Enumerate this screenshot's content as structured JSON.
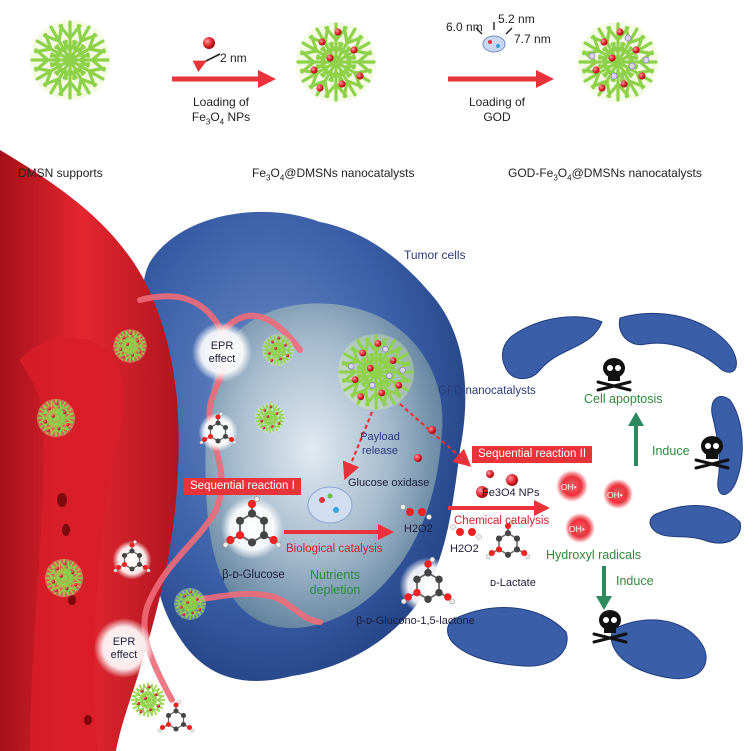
{
  "top_row": {
    "step1_label": "DMSN supports",
    "step2_label_prefix": "Fe",
    "step2_label_sub1": "3",
    "step2_label_mid": "O",
    "step2_label_sub2": "4",
    "step2_label_suffix": "@DMSNs nanocatalysts",
    "step3_label_prefix": "GOD-Fe",
    "step3_label_sub1": "3",
    "step3_label_mid": "O",
    "step3_label_sub2": "4",
    "step3_label_suffix": "@DMSNs nanocatalysts",
    "arrow1": {
      "size": "2 nm",
      "line1": "Loading of",
      "line2_prefix": "Fe",
      "line2_sub1": "3",
      "line2_mid": "O",
      "line2_sub2": "4",
      "line2_suffix": " NPs"
    },
    "arrow2": {
      "dim_a": "6.0 nm",
      "dim_b": "5.2 nm",
      "dim_c": "7.7 nm",
      "line1": "Loading of",
      "line2": "GOD"
    }
  },
  "bottom": {
    "tumor_cells": "Tumor cells",
    "epr_top": [
      "EPR",
      "effect"
    ],
    "epr_bottom": [
      "EPR",
      "effect"
    ],
    "gfd": "GFD nanocatalysts",
    "payload": [
      "Payload",
      "release"
    ],
    "glucose_oxidase": "Glucose oxidase",
    "seq1": "Sequential reaction I",
    "seq2": "Sequential reaction II",
    "bio_catalysis": "Biological catalysis",
    "chem_catalysis": "Chemical catalysis",
    "glucose": "β-ᴅ-Glucose",
    "nutrients": [
      "Nutrients",
      "depletion"
    ],
    "h2o2_a": "H2O2",
    "h2o2_b": "H2O2",
    "fe3o4_nps": "Fe3O4 NPs",
    "lactate": "ᴅ-Lactate",
    "gluconolactone": "β-ᴅ-Glucono-1,5-lactone",
    "hydroxyl": "Hydroxyl radicals",
    "oh_label": "OH•",
    "cell_apoptosis": "Cell apoptosis",
    "induce_up": "Induce",
    "induce_down": "Induce"
  }
}
